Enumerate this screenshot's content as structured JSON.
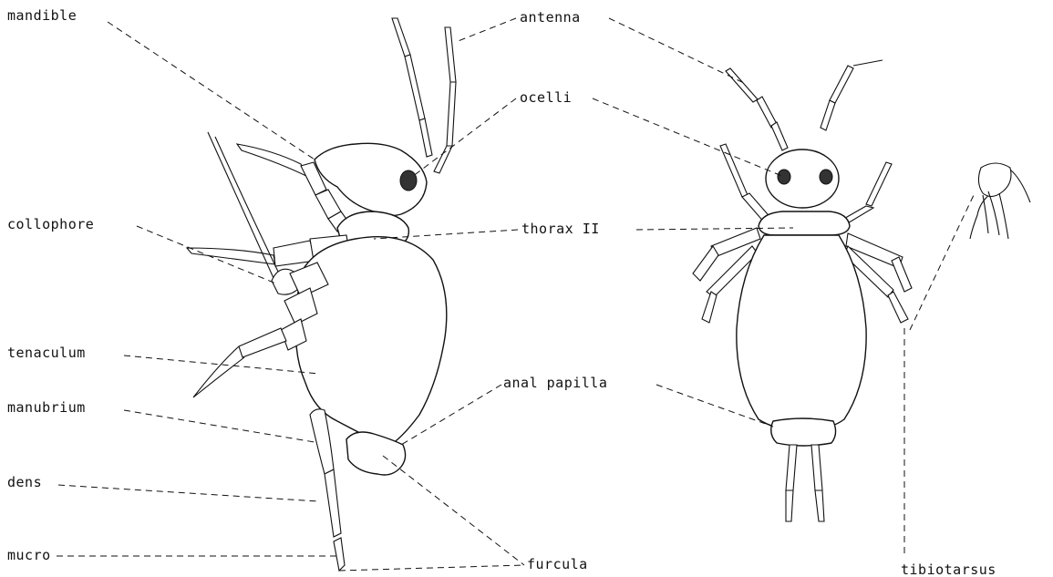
{
  "labels": {
    "mandible": "mandible",
    "antenna": "antenna",
    "ocelli": "ocelli",
    "collophore": "collophore",
    "thorax": "thorax II",
    "tenaculum": "tenaculum",
    "anal_papilla": "anal papilla",
    "manubrium": "manubrium",
    "dens": "dens",
    "mucro": "mucro",
    "furcula": "furcula",
    "tibiotarsus": "tibiotarsus"
  }
}
